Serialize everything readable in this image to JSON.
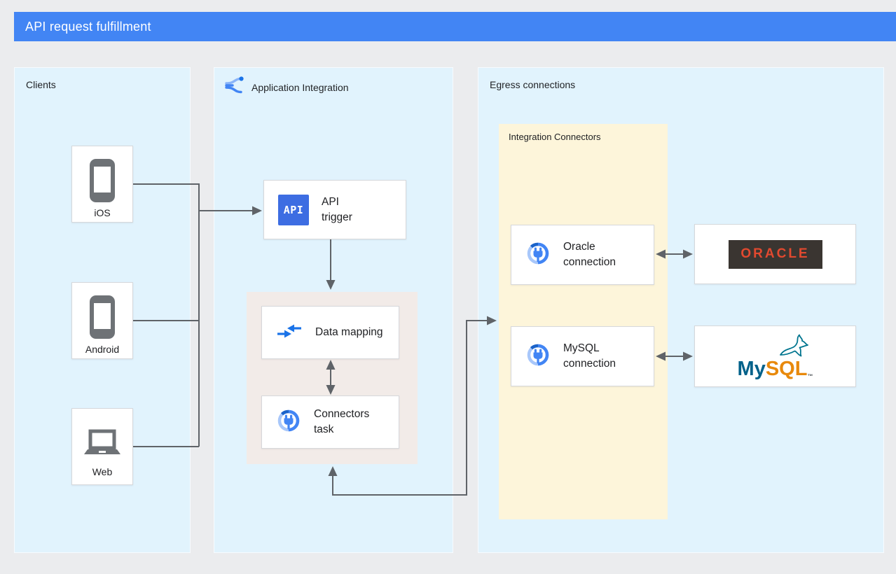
{
  "title_bar": {
    "title": "API request fulfillment"
  },
  "clients_panel": {
    "title": "Clients",
    "items": [
      {
        "label": "iOS",
        "icon": "smartphone-icon"
      },
      {
        "label": "Android",
        "icon": "smartphone-icon"
      },
      {
        "label": "Web",
        "icon": "laptop-icon"
      }
    ]
  },
  "integration_panel": {
    "title": "Application Integration",
    "icon": "application-integration-icon",
    "api_trigger": {
      "chip": "API",
      "line1": "API",
      "line2": "trigger"
    },
    "data_mapping": {
      "label": "Data mapping",
      "icon": "data-mapping-icon"
    },
    "connectors_task": {
      "line1": "Connectors",
      "line2": "task",
      "icon": "integration-connectors-icon"
    }
  },
  "egress_panel": {
    "title": "Egress connections",
    "integration_connectors": {
      "title": "Integration Connectors",
      "oracle_connection": {
        "line1": "Oracle",
        "line2": "connection",
        "icon": "integration-connectors-icon"
      },
      "mysql_connection": {
        "line1": "MySQL",
        "line2": "connection",
        "icon": "integration-connectors-icon"
      }
    },
    "oracle_db": {
      "logo_text": "ORACLE"
    },
    "mysql_db": {
      "logo_my": "My",
      "logo_sql": "SQL",
      "trademark": "™",
      "icon": "mysql-dolphin-icon"
    }
  },
  "colors": {
    "header_bg": "#4285f4",
    "panel_bg": "#e1f3fd",
    "canvas_bg": "#ebecee",
    "inner_box_bg": "#f2ebe8",
    "connectors_box_bg": "#fdf5da",
    "api_chip_bg": "#3d6de2",
    "connector_line": "#5f6368",
    "oracle_red": "#e2492f",
    "oracle_box_bg": "#3a3531",
    "mysql_teal": "#00618a",
    "mysql_orange": "#e8890c",
    "device_icon_gray": "#6e7276",
    "accent_blue": "#1a73e8"
  }
}
